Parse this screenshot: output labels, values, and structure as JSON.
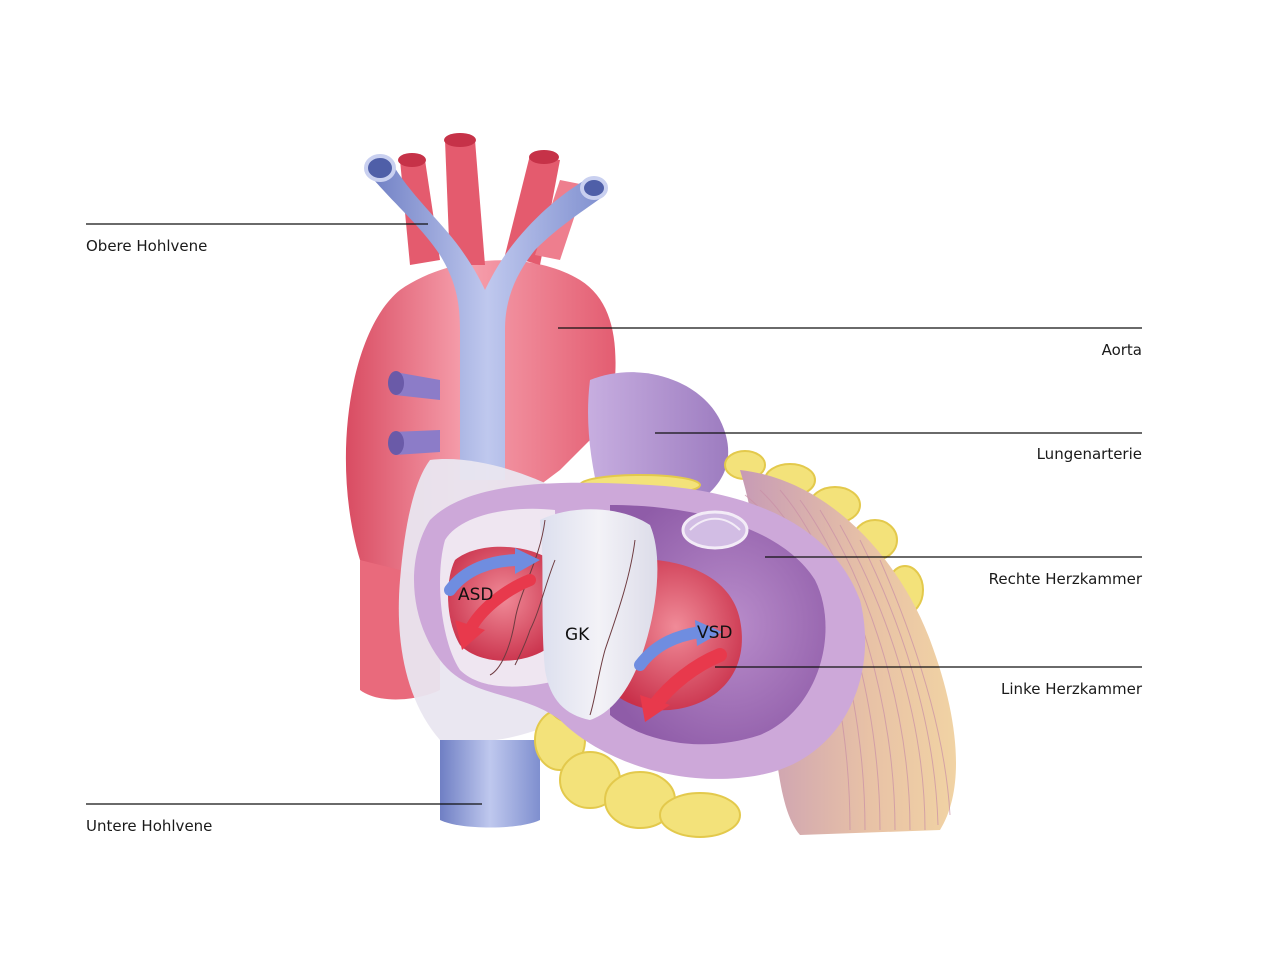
{
  "labels": {
    "obere_hohlvene": "Obere Hohlvene",
    "aorta": "Aorta",
    "lungenarterie": "Lungenarterie",
    "rechte_herzkammer": "Rechte Herzkammer",
    "linke_herzkammer": "Linke Herzkammer",
    "untere_hohlvene": "Untere Hohlvene"
  },
  "inner_labels": {
    "asd": "ASD",
    "gk": "GK",
    "vsd": "VSD"
  },
  "colors": {
    "artery_red": "#ea6b7b",
    "vein_blue": "#8f9fd6",
    "pulmonary_purple": "#b99ad0",
    "ventricle_purple": "#a672b8",
    "fat_yellow": "#f3e27a",
    "muscle_tan": "#e8c9a8",
    "chamber_red": "#d33c52",
    "septum_white": "#ecebf2"
  }
}
